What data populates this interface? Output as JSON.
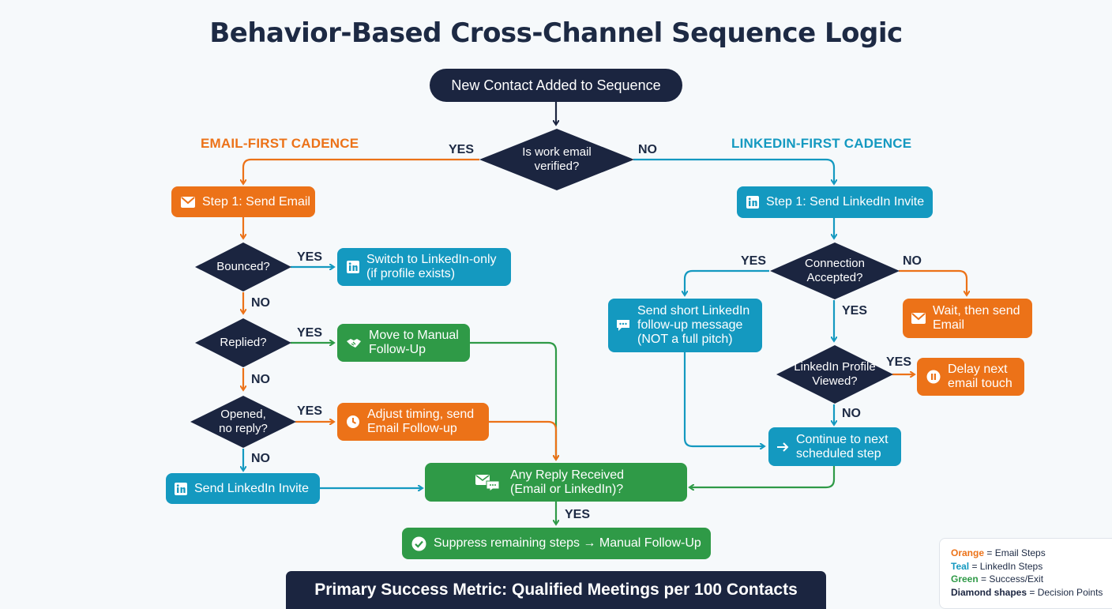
{
  "title": "Behavior-Based Cross-Channel Sequence Logic",
  "start": "New Contact Added to Sequence",
  "decision_verified": "Is work email\nverified?",
  "labels": {
    "yes": "YES",
    "no": "NO"
  },
  "email_cadence": {
    "heading": "EMAIL-FIRST CADENCE",
    "step1": "Step 1: Send Email",
    "bounced": "Bounced?",
    "switch": "Switch to LinkedIn-only\n(if profile exists)",
    "replied": "Replied?",
    "manual": "Move to Manual\nFollow-Up",
    "opened": "Opened,\nno reply?",
    "adjust": "Adjust timing, send\nEmail Follow-up",
    "invite": "Send LinkedIn Invite"
  },
  "linkedin_cadence": {
    "heading": "LINKEDIN-FIRST CADENCE",
    "step1": "Step 1: Send LinkedIn Invite",
    "accepted": "Connection\nAccepted?",
    "short_msg": "Send short LinkedIn\nfollow-up message\n(NOT a full pitch)",
    "wait": "Wait, then send\nEmail",
    "profile": "LinkedIn Profile\nViewed?",
    "delay": "Delay next\nemail touch",
    "continue": "Continue to next\nscheduled step"
  },
  "reply_check": "Any Reply Received\n(Email or LinkedIn)?",
  "suppress": "Suppress remaining steps → Manual Follow-Up",
  "metric": "Primary Success Metric: Qualified Meetings per 100 Contacts",
  "legend": [
    {
      "key": "Orange",
      "desc": " = Email Steps",
      "color": "#ec7218"
    },
    {
      "key": "Teal",
      "desc": " = LinkedIn Steps",
      "color": "#1499c0"
    },
    {
      "key": "Green",
      "desc": " = Success/Exit",
      "color": "#2f9a47"
    },
    {
      "key": "Diamond shapes",
      "desc": " = Decision Points",
      "color": "#1b2540"
    }
  ],
  "colors": {
    "orange": "#ec7218",
    "teal": "#1499c0",
    "green": "#2f9a47",
    "navy": "#1b2540"
  }
}
